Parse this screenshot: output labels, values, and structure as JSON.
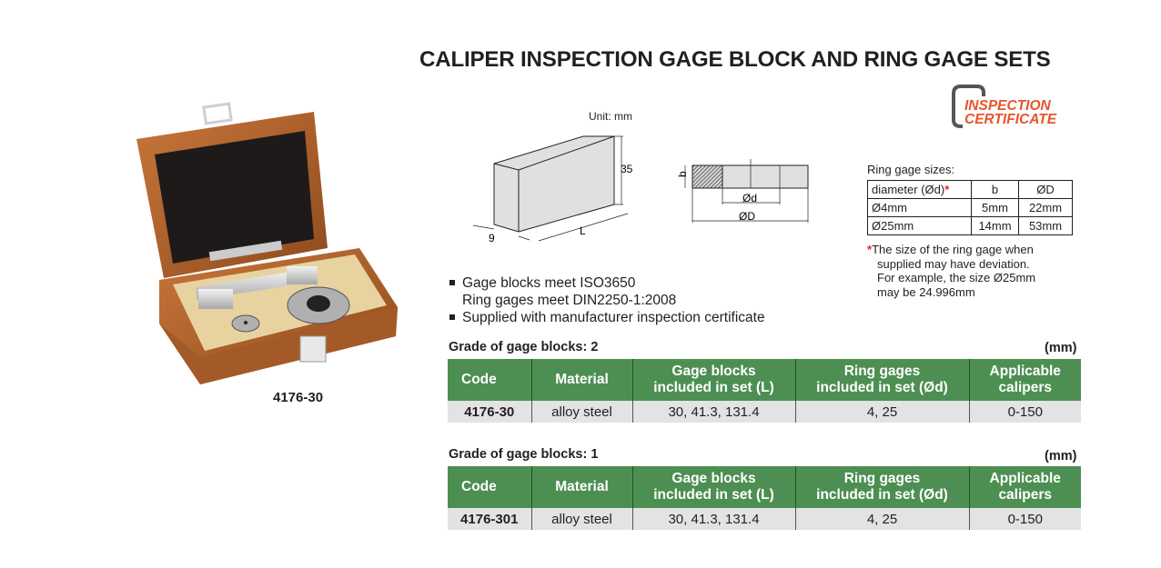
{
  "title": "CALIPER INSPECTION GAGE BLOCK AND RING GAGE SETS",
  "certificate_badge": {
    "line1": "INSPECTION",
    "line2": "CERTIFICATE",
    "color": "#e8542a",
    "frame_color": "#555555"
  },
  "product_photo": {
    "caption": "4176-30",
    "alt": "wooden case with gage blocks and ring gages"
  },
  "diagram": {
    "unit": "Unit: mm",
    "block_labels": {
      "height": "35",
      "thickness": "9",
      "length": "L"
    },
    "ring_labels": {
      "b": "b",
      "inner": "Ød",
      "outer": "ØD"
    }
  },
  "ring_sizes": {
    "title": "Ring gage sizes:",
    "headers": [
      "diameter (Ød)",
      "b",
      "ØD"
    ],
    "rows": [
      [
        "Ø4mm",
        "5mm",
        "22mm"
      ],
      [
        "Ø25mm",
        "14mm",
        "53mm"
      ]
    ],
    "star": "*",
    "note": [
      "The size of the ring gage when",
      "supplied may have deviation.",
      "For example, the size Ø25mm",
      "may be 24.996mm"
    ]
  },
  "features": [
    [
      "Gage blocks meet ISO3650",
      "Ring gages meet DIN2250-1:2008"
    ],
    [
      "Supplied with manufacturer inspection certificate"
    ]
  ],
  "spec_tables": [
    {
      "grade": "Grade of gage blocks: 2",
      "unit": "(mm)",
      "headers": [
        "Code",
        "Material",
        "Gage blocks\nincluded in set (L)",
        "Ring gages\nincluded in set (Ød)",
        "Applicable\ncalipers"
      ],
      "rows": [
        [
          "4176-30",
          "alloy steel",
          "30, 41.3, 131.4",
          "4, 25",
          "0-150"
        ]
      ]
    },
    {
      "grade": "Grade of gage blocks: 1",
      "unit": "(mm)",
      "headers": [
        "Code",
        "Material",
        "Gage blocks\nincluded in set (L)",
        "Ring gages\nincluded in set (Ød)",
        "Applicable\ncalipers"
      ],
      "rows": [
        [
          "4176-301",
          "alloy steel",
          "30, 41.3, 131.4",
          "4, 25",
          "0-150"
        ]
      ]
    }
  ],
  "colors": {
    "header_green": "#4d8f52",
    "row_gray": "#e3e3e3",
    "star_red": "#e0242b"
  }
}
